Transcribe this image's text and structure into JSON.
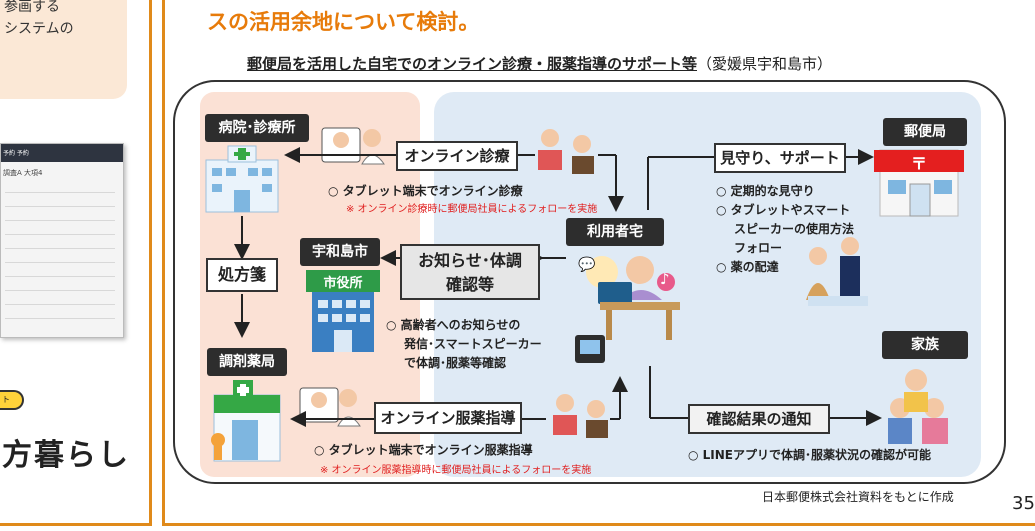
{
  "left_panel": {
    "callout_lines": [
      "参画する",
      "システムの"
    ],
    "screen": {
      "header": "予約 予約",
      "subheader": "調査A 大項4"
    },
    "badge": "ト",
    "bottom_text": "方暮らし"
  },
  "heading": "スの活用余地について検討。",
  "subtitle": {
    "main": "郵便局を活用した自宅でのオンライン診療・服薬指導のサポート等",
    "location": "（愛媛県宇和島市）"
  },
  "labels": {
    "hospital": "病院･診療所",
    "prescription": "処方箋",
    "pharmacy": "調剤薬局",
    "city": "宇和島市",
    "user_home": "利用者宅",
    "post_office": "郵便局",
    "family": "家族"
  },
  "boxes": {
    "online_consult": "オンライン診療",
    "notice_line1": "お知らせ･体調",
    "notice_line2": "確認等",
    "online_medication": "オンライン服薬指導",
    "watch_support": "見守り、サポート",
    "result_notice": "確認結果の通知"
  },
  "descriptions": {
    "consult": "○ タブレット端末でオンライン診療",
    "consult_note": "※ オンライン診療時に郵便局社員によるフォローを実施",
    "city_lines": [
      "○ 高齢者へのお知らせの",
      "発信･スマートスピーカー",
      "で体調･服薬等確認"
    ],
    "medication": "○ タブレット端末でオンライン服薬指導",
    "medication_note": "※ オンライン服薬指導時に郵便局社員によるフォローを実施",
    "post_lines": [
      "○ 定期的な見守り",
      "○ タブレットやスマート",
      "スピーカーの使用方法",
      "フォロー",
      "○ 薬の配達"
    ],
    "family": "○ LINEアプリで体調･服薬状況の確認が可能"
  },
  "icons": {
    "post_mark": "〒",
    "city_sign": "市役所",
    "cross": "+",
    "speech_icon": "💬",
    "music_icon": "♪"
  },
  "footer": "日本郵便株式会社資料をもとに作成",
  "page_number": "35",
  "colors": {
    "accent_orange": "#e77b0a",
    "frame_orange": "#e08a1a",
    "pink_zone": "#fbe1d5",
    "blue_zone": "#dfeaf5",
    "note_red": "#e02020",
    "dark_label": "#2d2d2d"
  }
}
